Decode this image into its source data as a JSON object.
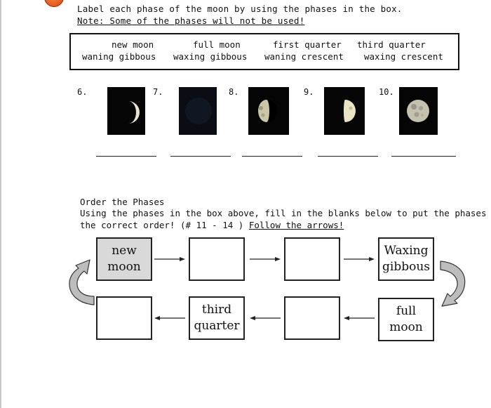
{
  "instructions": {
    "line1": "Label each phase of the moon by using the phases in the box.",
    "line2": "Note: Some of the phases will not be used!"
  },
  "word_bank": {
    "row1": [
      "new moon",
      "full moon",
      "first quarter",
      "third quarter"
    ],
    "row2": [
      "waning gibbous",
      "waxing gibbous",
      "waning crescent",
      "waxing crescent"
    ]
  },
  "moon_items": [
    {
      "number": "6.",
      "image": "waxing-crescent-moon-photo"
    },
    {
      "number": "7.",
      "image": "new-moon-photo"
    },
    {
      "number": "8.",
      "image": "first-quarter-moon-photo"
    },
    {
      "number": "9.",
      "image": "first-quarter-moon-photo"
    },
    {
      "number": "10.",
      "image": "full-moon-photo"
    }
  ],
  "order_section": {
    "title": "Order the Phases",
    "line1": "Using the phases in the box above, fill in the blanks below to put the phases in",
    "line2_start": "the correct order!  (# 11 - 14 )",
    "line2_link": "Follow the arrows!"
  },
  "flow": {
    "top": [
      {
        "line1": "new",
        "line2": "moon",
        "filled": true
      },
      {
        "line1": "",
        "line2": "",
        "filled": false
      },
      {
        "line1": "",
        "line2": "",
        "filled": false
      },
      {
        "line1": "Waxing",
        "line2": "gibbous",
        "filled": false
      }
    ],
    "bottom": [
      {
        "line1": "",
        "line2": "",
        "filled": false
      },
      {
        "line1": "third",
        "line2": "quarter",
        "filled": false
      },
      {
        "line1": "",
        "line2": "",
        "filled": false
      },
      {
        "line1": "full",
        "line2": "moon",
        "filled": false
      }
    ]
  },
  "colors": {
    "moon_background": "#050505",
    "given_box": "#d9d9d9",
    "curved_arrow": "#bdbdbd"
  }
}
